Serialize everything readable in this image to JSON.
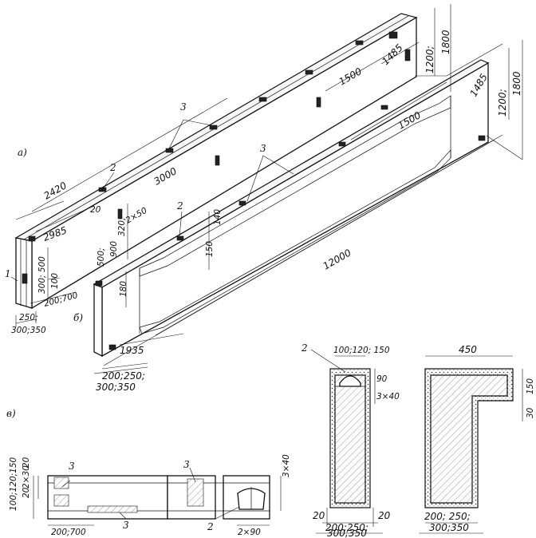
{
  "labels": {
    "part_a": "а)",
    "part_b": "б)",
    "part_v": "в)",
    "mark_1": "1",
    "mark_2": "2",
    "mark_3": "3"
  },
  "dims_a": {
    "len_2420": "2420",
    "len_3000": "3000",
    "len_1500": "1500",
    "len_1485": "1485",
    "len_2985": "2985",
    "height_1200": "1200;",
    "height_1800": "1800",
    "sub_320": "320;",
    "sub_2x50": "2×50",
    "sub_900": "900",
    "sub_500": "500;",
    "sub_20": "20",
    "end_300_500": "300; 500",
    "end_100": "100",
    "end_200_700": "200;700",
    "width_250": "250;",
    "width_300_350": "300;350"
  },
  "dims_b": {
    "len_12000": "12000",
    "len_1500": "1500",
    "len_1485": "1485",
    "height_1200": "1200;",
    "height_1800": "1800",
    "sub_150": "150",
    "sub_180": "180",
    "sub_140": "140",
    "len_1935": "1935",
    "width_200_250": "200;250;",
    "width_300_350": "300;350"
  },
  "dims_v": {
    "h_100_120_150": "100;120;150",
    "top_20": "20",
    "top_2x30": "2×30",
    "top_20b": "20",
    "len_200_700": "200;700",
    "right_3x40": "3×40",
    "right_2x90": "2×90"
  },
  "dims_sect1": {
    "top_100_120_150": "100;120; 150",
    "side_90": "90",
    "side_3x40": "3×40",
    "left_20": "20",
    "right_20": "20",
    "w_200_250": "200;250;",
    "w_300_350": "300;350"
  },
  "dims_sect2": {
    "top_450": "450",
    "side_150": "150",
    "side_30": "30",
    "w_200_250": "200; 250;",
    "w_300_350": "300;350"
  },
  "colors": {
    "ink": "#111111",
    "paper": "#ffffff",
    "hatch": "#555555"
  },
  "icons": {
    "dimension_tick": "slash-tick",
    "insert_plate": "dark-rectangle"
  }
}
